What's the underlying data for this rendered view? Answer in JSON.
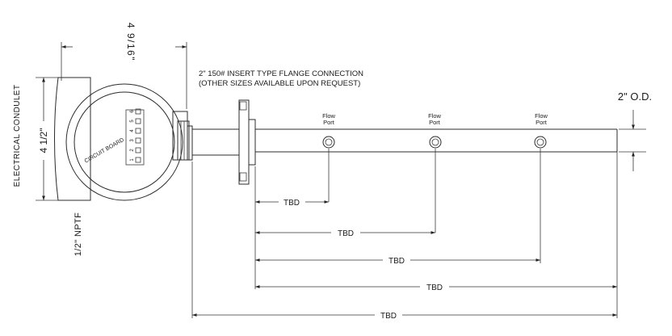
{
  "flange_note": {
    "line1": "2\" 150# INSERT TYPE FLANGE CONNECTION",
    "line2": "(OTHER SIZES AVAILABLE UPON REQUEST)"
  },
  "od_label": "2\" O.D.",
  "conduit_label": "ELECTRICAL CONDULET",
  "height_dim": "4 1/2\"",
  "depth_dim": "4 9/16\"",
  "nptf_label": "1/2\" NPTF",
  "circuit_board": {
    "label": "CIRCUIT BOARD",
    "terminals": [
      "1",
      "2",
      "3",
      "4",
      "5",
      "6"
    ]
  },
  "flow_ports": [
    {
      "line1": "Flow",
      "line2": "Port"
    },
    {
      "line1": "Flow",
      "line2": "Port"
    },
    {
      "line1": "Flow",
      "line2": "Port"
    }
  ],
  "dimensions": [
    "TBD",
    "TBD",
    "TBD",
    "TBD",
    "TBD"
  ]
}
